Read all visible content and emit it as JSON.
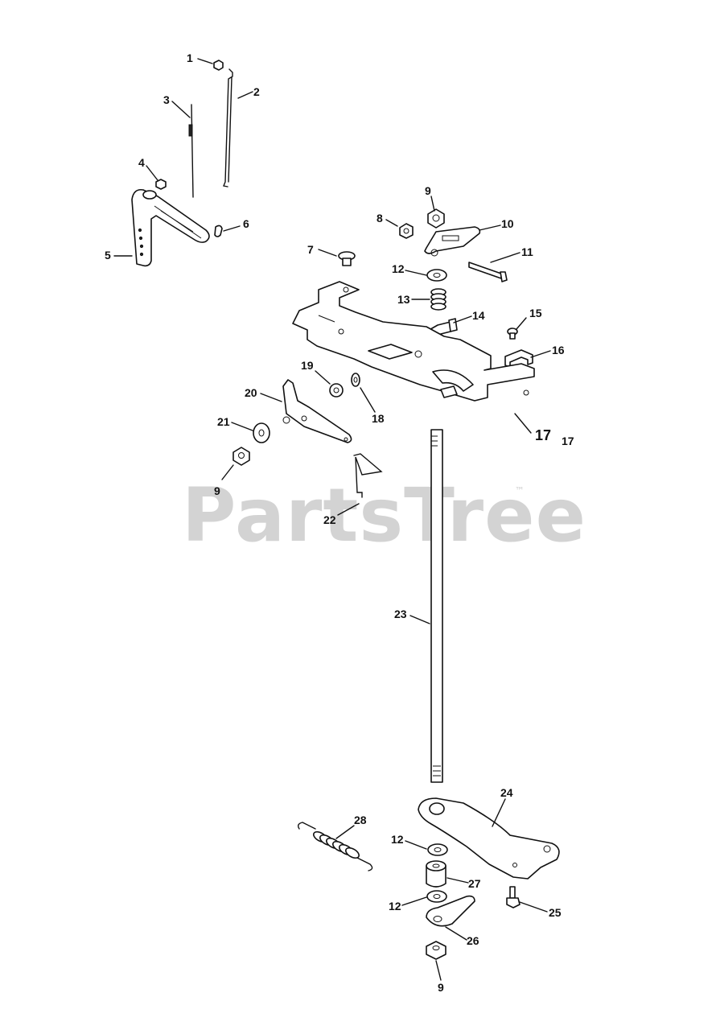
{
  "watermark": {
    "text": "PartsTree",
    "trademark": "™"
  },
  "callouts": {
    "c1": "1",
    "c2": "2",
    "c3": "3",
    "c4": "4",
    "c5": "5",
    "c6": "6",
    "c7": "7",
    "c8": "8",
    "c9a": "9",
    "c10": "10",
    "c11": "11",
    "c12a": "12",
    "c13": "13",
    "c14": "14",
    "c15": "15",
    "c16": "16",
    "c17a": "17",
    "c17b": "17",
    "c18": "18",
    "c19": "19",
    "c20": "20",
    "c21": "21",
    "c9b": "9",
    "c22": "22",
    "c23": "23",
    "c24": "24",
    "c28": "28",
    "c12b": "12",
    "c27": "27",
    "c12c": "12",
    "c25": "25",
    "c26": "26",
    "c9c": "9"
  }
}
